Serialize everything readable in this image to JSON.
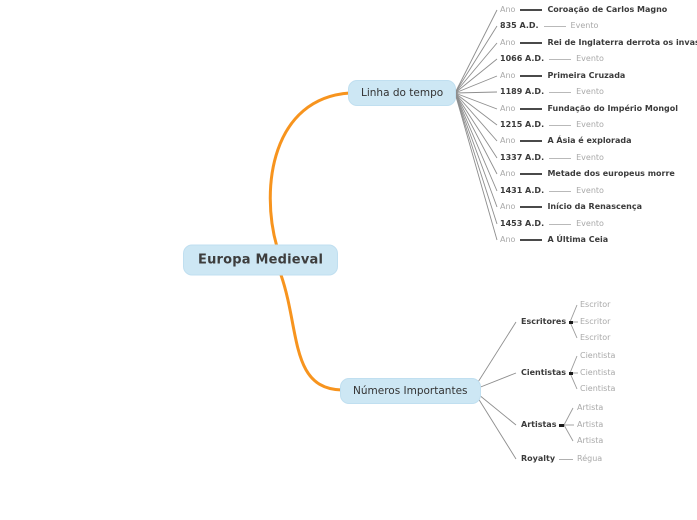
{
  "root": {
    "label": "Europa Medieval"
  },
  "branches": {
    "timeline": {
      "label": "Linha do tempo"
    },
    "numbers": {
      "label": "Números Importantes"
    }
  },
  "timeline_rows": [
    {
      "label": "Ano",
      "value": "Coroação de Carlos Magno",
      "emphasis": "value"
    },
    {
      "label": "835 A.D.",
      "value": "Evento",
      "emphasis": "label"
    },
    {
      "label": "Ano",
      "value": "Rei de Inglaterra derrota os invasores",
      "emphasis": "value"
    },
    {
      "label": "1066 A.D.",
      "value": "Evento",
      "emphasis": "label"
    },
    {
      "label": "Ano",
      "value": "Primeira Cruzada",
      "emphasis": "value"
    },
    {
      "label": "1189 A.D.",
      "value": "Evento",
      "emphasis": "label"
    },
    {
      "label": "Ano",
      "value": "Fundação do Império Mongol",
      "emphasis": "value"
    },
    {
      "label": "1215 A.D.",
      "value": "Evento",
      "emphasis": "label"
    },
    {
      "label": "Ano",
      "value": "A Ásia é explorada",
      "emphasis": "value"
    },
    {
      "label": "1337 A.D.",
      "value": "Evento",
      "emphasis": "label"
    },
    {
      "label": "Ano",
      "value": "Metade dos europeus morre",
      "emphasis": "value"
    },
    {
      "label": "1431 A.D.",
      "value": "Evento",
      "emphasis": "label"
    },
    {
      "label": "Ano",
      "value": "Início da Renascença",
      "emphasis": "value"
    },
    {
      "label": "1453 A.D.",
      "value": "Evento",
      "emphasis": "label"
    },
    {
      "label": "Ano",
      "value": "A Última Ceia",
      "emphasis": "value"
    }
  ],
  "number_groups": [
    {
      "label": "Escritores",
      "children": [
        "Escritor",
        "Escritor",
        "Escritor"
      ]
    },
    {
      "label": "Cientistas",
      "children": [
        "Cientista",
        "Cientista",
        "Cientista"
      ]
    },
    {
      "label": "Artistas",
      "children": [
        "Artista",
        "Artista",
        "Artista"
      ]
    },
    {
      "label": "Royalty",
      "children": [
        "Régua"
      ]
    }
  ],
  "colors": {
    "node_fill": "#cde7f4",
    "accent_orange": "#f7941e",
    "connector_gray": "#8e8e8e",
    "stub_black": "#1b1b1b",
    "text_dark": "#3b3b3b",
    "text_muted": "#a9a9a9"
  }
}
